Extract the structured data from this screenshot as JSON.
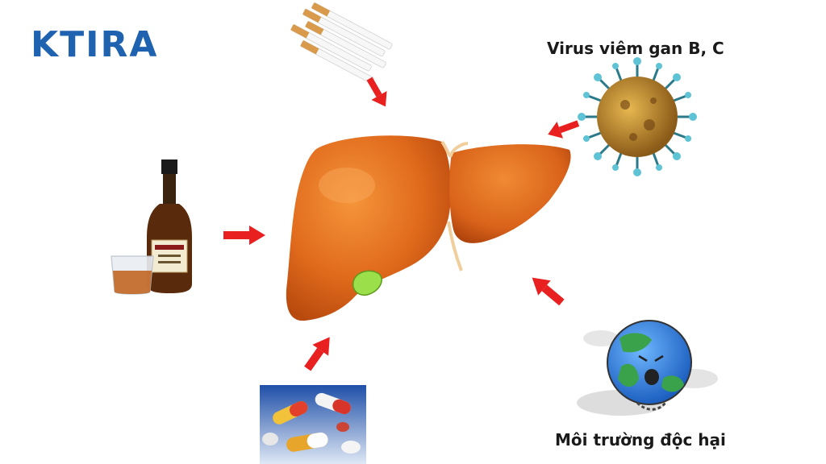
{
  "brand": {
    "name": "KTIRA",
    "color": "#1f62b0"
  },
  "labels": {
    "virus": "Virus viêm gan B, C",
    "environment": "Môi trường độc hại"
  },
  "colors": {
    "liver": "#e06a1c",
    "liver_dark": "#b94a0e",
    "gallbladder": "#9be04a",
    "arrow": "#e82020"
  },
  "icons": {
    "center": "liver-icon",
    "top": "cigarettes-icon",
    "left": "alcohol-icon",
    "bottom": "pills-icon",
    "top_right": "virus-icon",
    "bottom_right": "polluted-earth-icon"
  }
}
